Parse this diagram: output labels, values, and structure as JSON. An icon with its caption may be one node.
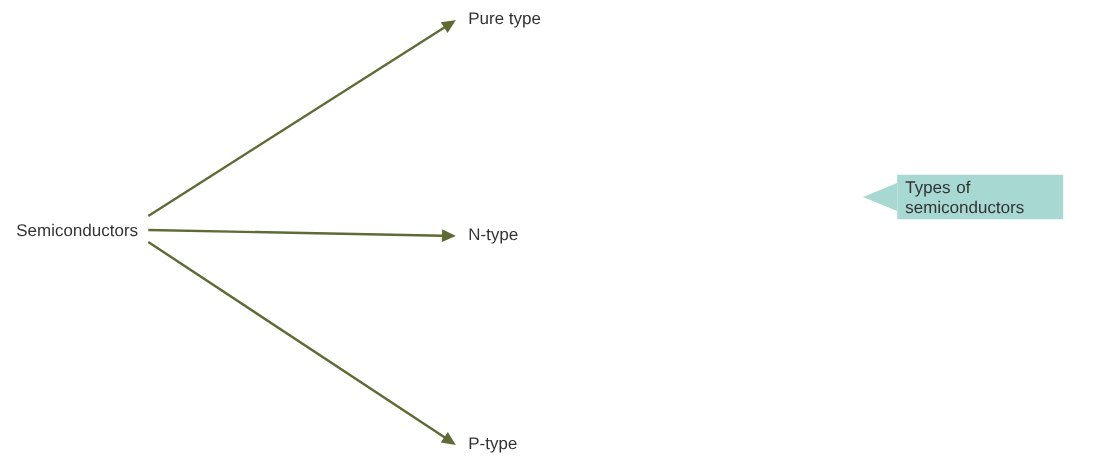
{
  "diagram": {
    "nodes": [
      {
        "text": [
          "Semiconductors"
        ]
      },
      {
        "text": [
          "Pure type"
        ]
      },
      {
        "text": [
          "N-type"
        ]
      },
      {
        "text": [
          "P-type"
        ]
      },
      {
        "text": [
          "Types of semiconductors"
        ]
      }
    ],
    "edges": [
      {
        "from": 0,
        "to": 1,
        "arrow": "to"
      },
      {
        "from": 0,
        "to": 2,
        "arrow": "to"
      },
      {
        "from": 0,
        "to": 3,
        "arrow": "to"
      }
    ]
  }
}
